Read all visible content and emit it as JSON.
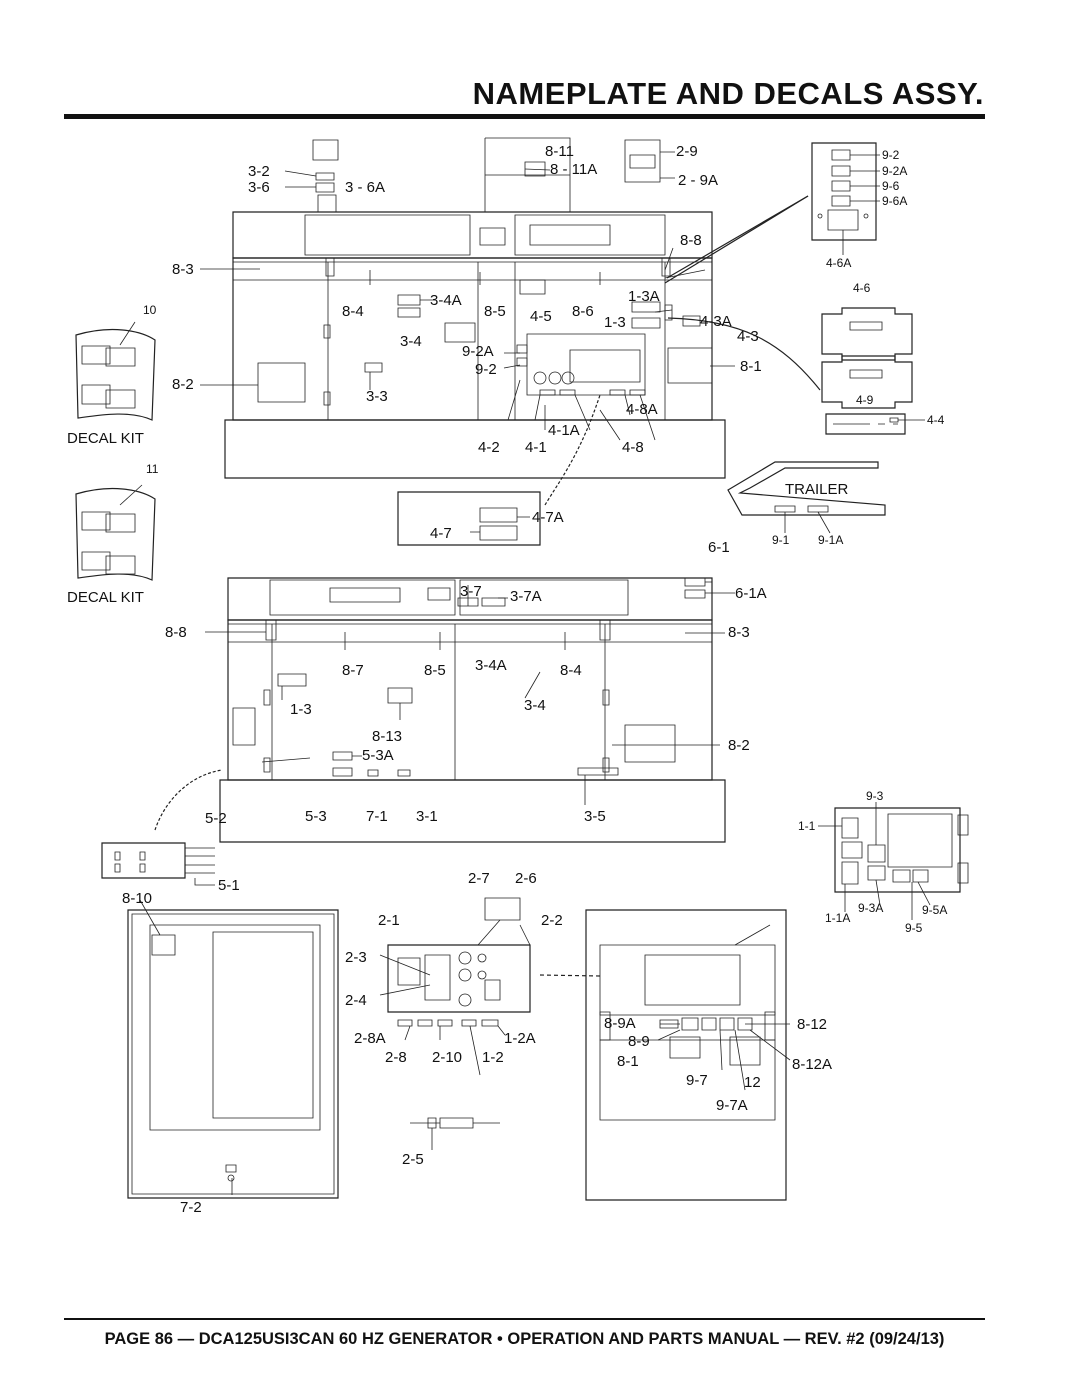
{
  "page": {
    "title": "NAMEPLATE AND DECALS ASSY.",
    "footer": "PAGE 86 — DCA125USI3CAN 60 HZ GENERATOR • OPERATION AND PARTS MANUAL — REV. #2 (09/24/13)"
  },
  "labels": {
    "l_3_2": "3-2",
    "l_3_6": "3-6",
    "l_3_6A": "3 - 6A",
    "l_8_11": "8-11",
    "l_8_11A": "8 - 11A",
    "l_2_9": "2-9",
    "l_2_9A": "2 - 9A",
    "l_9_2": "9-2",
    "l_9_2A": "9-2A",
    "l_9_6": "9-6",
    "l_9_6A": "9-6A",
    "l_4_6A": "4-6A",
    "l_8_8a": "8-8",
    "l_8_3a": "8-3",
    "l_10": "10",
    "l_8_4a": "8-4",
    "l_3_4Aa": "3-4A",
    "l_8_5a": "8-5",
    "l_8_6": "8-6",
    "l_1_3A": "1-3A",
    "l_4_6": "4-6",
    "l_4_5": "4-5",
    "l_1_3a": "1-3",
    "l_4_3A": "4-3A",
    "l_3_4a": "3-4",
    "l_4_3": "4-3",
    "l_9_2Ab": "9-2A",
    "l_9_2b": "9-2",
    "l_8_1a": "8-1",
    "l_8_2a": "8-2",
    "l_3_3": "3-3",
    "l_4_8A": "4-8A",
    "l_4_9": "4-9",
    "l_4_4": "4-4",
    "decal_kit_1": "DECAL KIT",
    "l_4_1A": "4-1A",
    "l_4_2": "4-2",
    "l_4_1": "4-1",
    "l_4_8": "4-8",
    "l_11": "11",
    "trailer": "TRAILER",
    "l_4_7A": "4-7A",
    "l_4_7": "4-7",
    "l_9_1": "9-1",
    "l_9_1A": "9-1A",
    "l_6_1": "6-1",
    "decal_kit_2": "DECAL KIT",
    "l_3_7": "3-7",
    "l_3_7A": "3-7A",
    "l_6_1A": "6-1A",
    "l_8_8b": "8-8",
    "l_8_3b": "8-3",
    "l_8_7": "8-7",
    "l_8_5b": "8-5",
    "l_3_4Ab": "3-4A",
    "l_8_4b": "8-4",
    "l_1_3b": "1-3",
    "l_3_4b": "3-4",
    "l_8_13": "8-13",
    "l_8_2b": "8-2",
    "l_5_3A": "5-3A",
    "l_5_2": "5-2",
    "l_5_3": "5-3",
    "l_7_1": "7-1",
    "l_3_1": "3-1",
    "l_3_5": "3-5",
    "l_9_3": "9-3",
    "l_1_1": "1-1",
    "l_5_1": "5-1",
    "l_8_10": "8-10",
    "l_2_7": "2-7",
    "l_2_6": "2-6",
    "l_9_3A": "9-3A",
    "l_9_5A": "9-5A",
    "l_1_1A": "1-1A",
    "l_9_5": "9-5",
    "l_2_1": "2-1",
    "l_2_2": "2-2",
    "l_2_3": "2-3",
    "l_2_4": "2-4",
    "l_8_9A": "8-9A",
    "l_8_12": "8-12",
    "l_2_8A": "2-8A",
    "l_1_2A": "1-2A",
    "l_8_9": "8-9",
    "l_2_8": "2-8",
    "l_2_10": "2-10",
    "l_1_2": "1-2",
    "l_8_1b": "8-1",
    "l_8_12A": "8-12A",
    "l_9_7": "9-7",
    "l_12": "12",
    "l_9_7A": "9-7A",
    "l_2_5": "2-5",
    "l_7_2": "7-2"
  }
}
